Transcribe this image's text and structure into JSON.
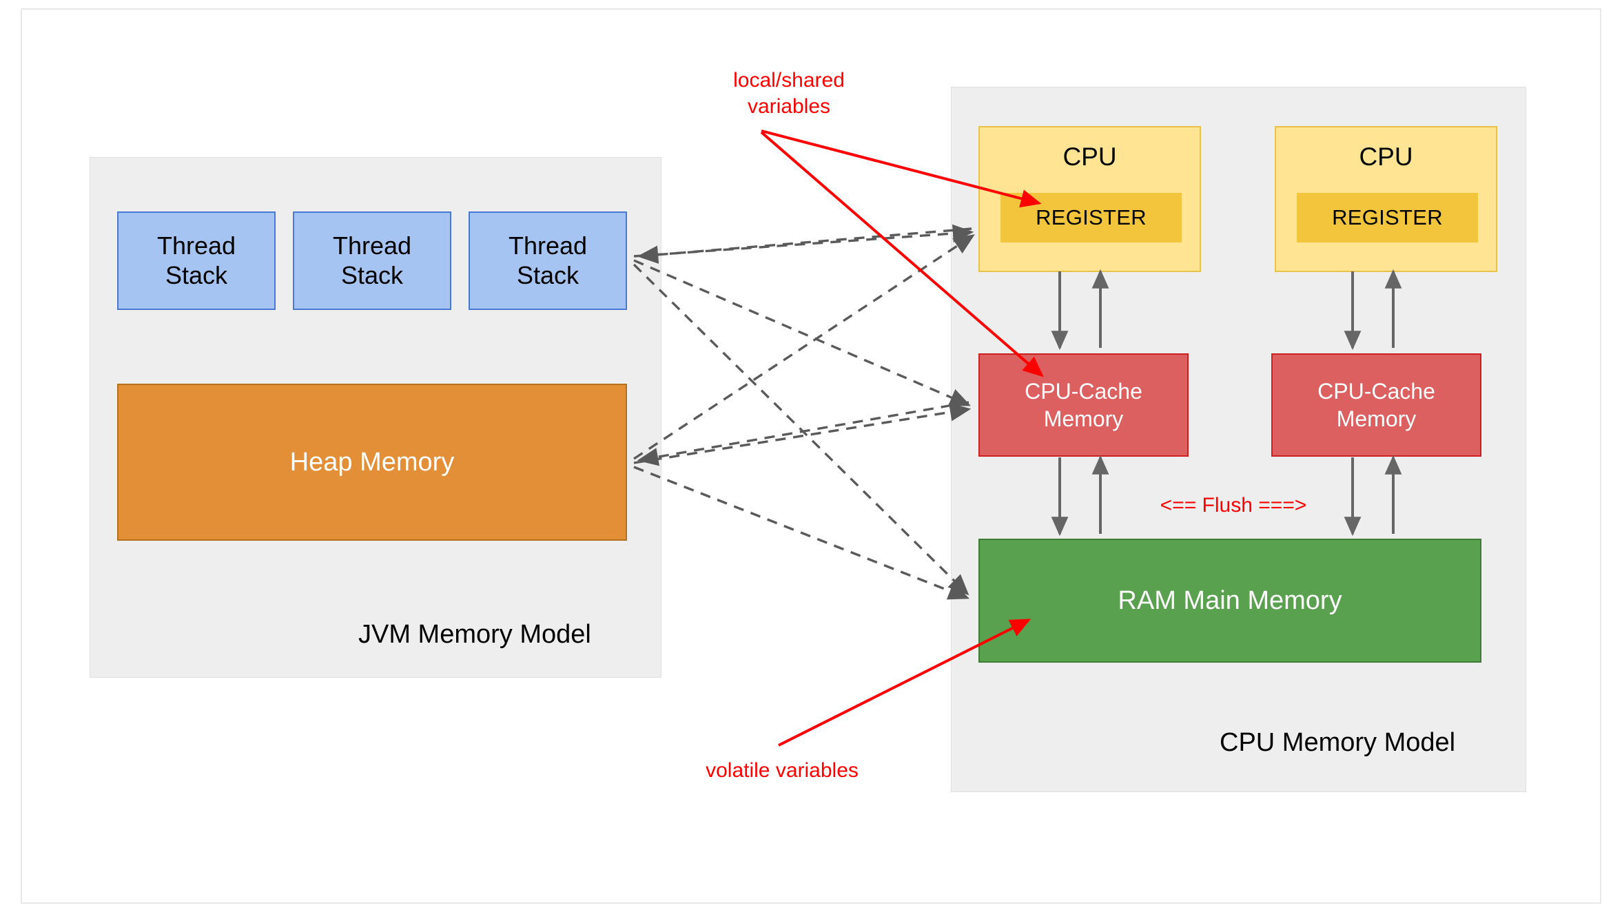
{
  "diagram": {
    "title": "JVM Memory Model and CPU Memory Model",
    "colors": {
      "background": "#ffffff",
      "container_fill": "#eeeeee",
      "thread_stack_fill": "#a6c4f2",
      "thread_stack_stroke": "#4a79d4",
      "heap_fill": "#e28f37",
      "heap_stroke": "#b5701c",
      "cpu_fill": "#ffe494",
      "cpu_stroke": "#e8c24a",
      "register_fill": "#f2c53d",
      "cache_fill": "#dd6060",
      "cache_stroke": "#cc2020",
      "ram_fill": "#5aa14f",
      "ram_stroke": "#3f7a36",
      "annotation_red": "#ff0000",
      "dashed_arrow_gray": "#5a5a5a",
      "solid_arrow_gray": "#666666"
    }
  },
  "jvm_panel": {
    "label": "JVM Memory Model",
    "thread_stacks": [
      {
        "label": "Thread\nStack"
      },
      {
        "label": "Thread\nStack"
      },
      {
        "label": "Thread\nStack"
      }
    ],
    "heap": {
      "label": "Heap Memory"
    }
  },
  "cpu_panel": {
    "label": "CPU Memory Model",
    "cpus": [
      {
        "title": "CPU",
        "register_label": "REGISTER",
        "cache_label": "CPU-Cache\nMemory"
      },
      {
        "title": "CPU",
        "register_label": "REGISTER",
        "cache_label": "CPU-Cache\nMemory"
      }
    ],
    "ram": {
      "label": "RAM Main Memory"
    }
  },
  "annotations": {
    "local_shared": "local/shared\nvariables",
    "volatile": "volatile variables",
    "flush": "<== Flush ===>"
  }
}
